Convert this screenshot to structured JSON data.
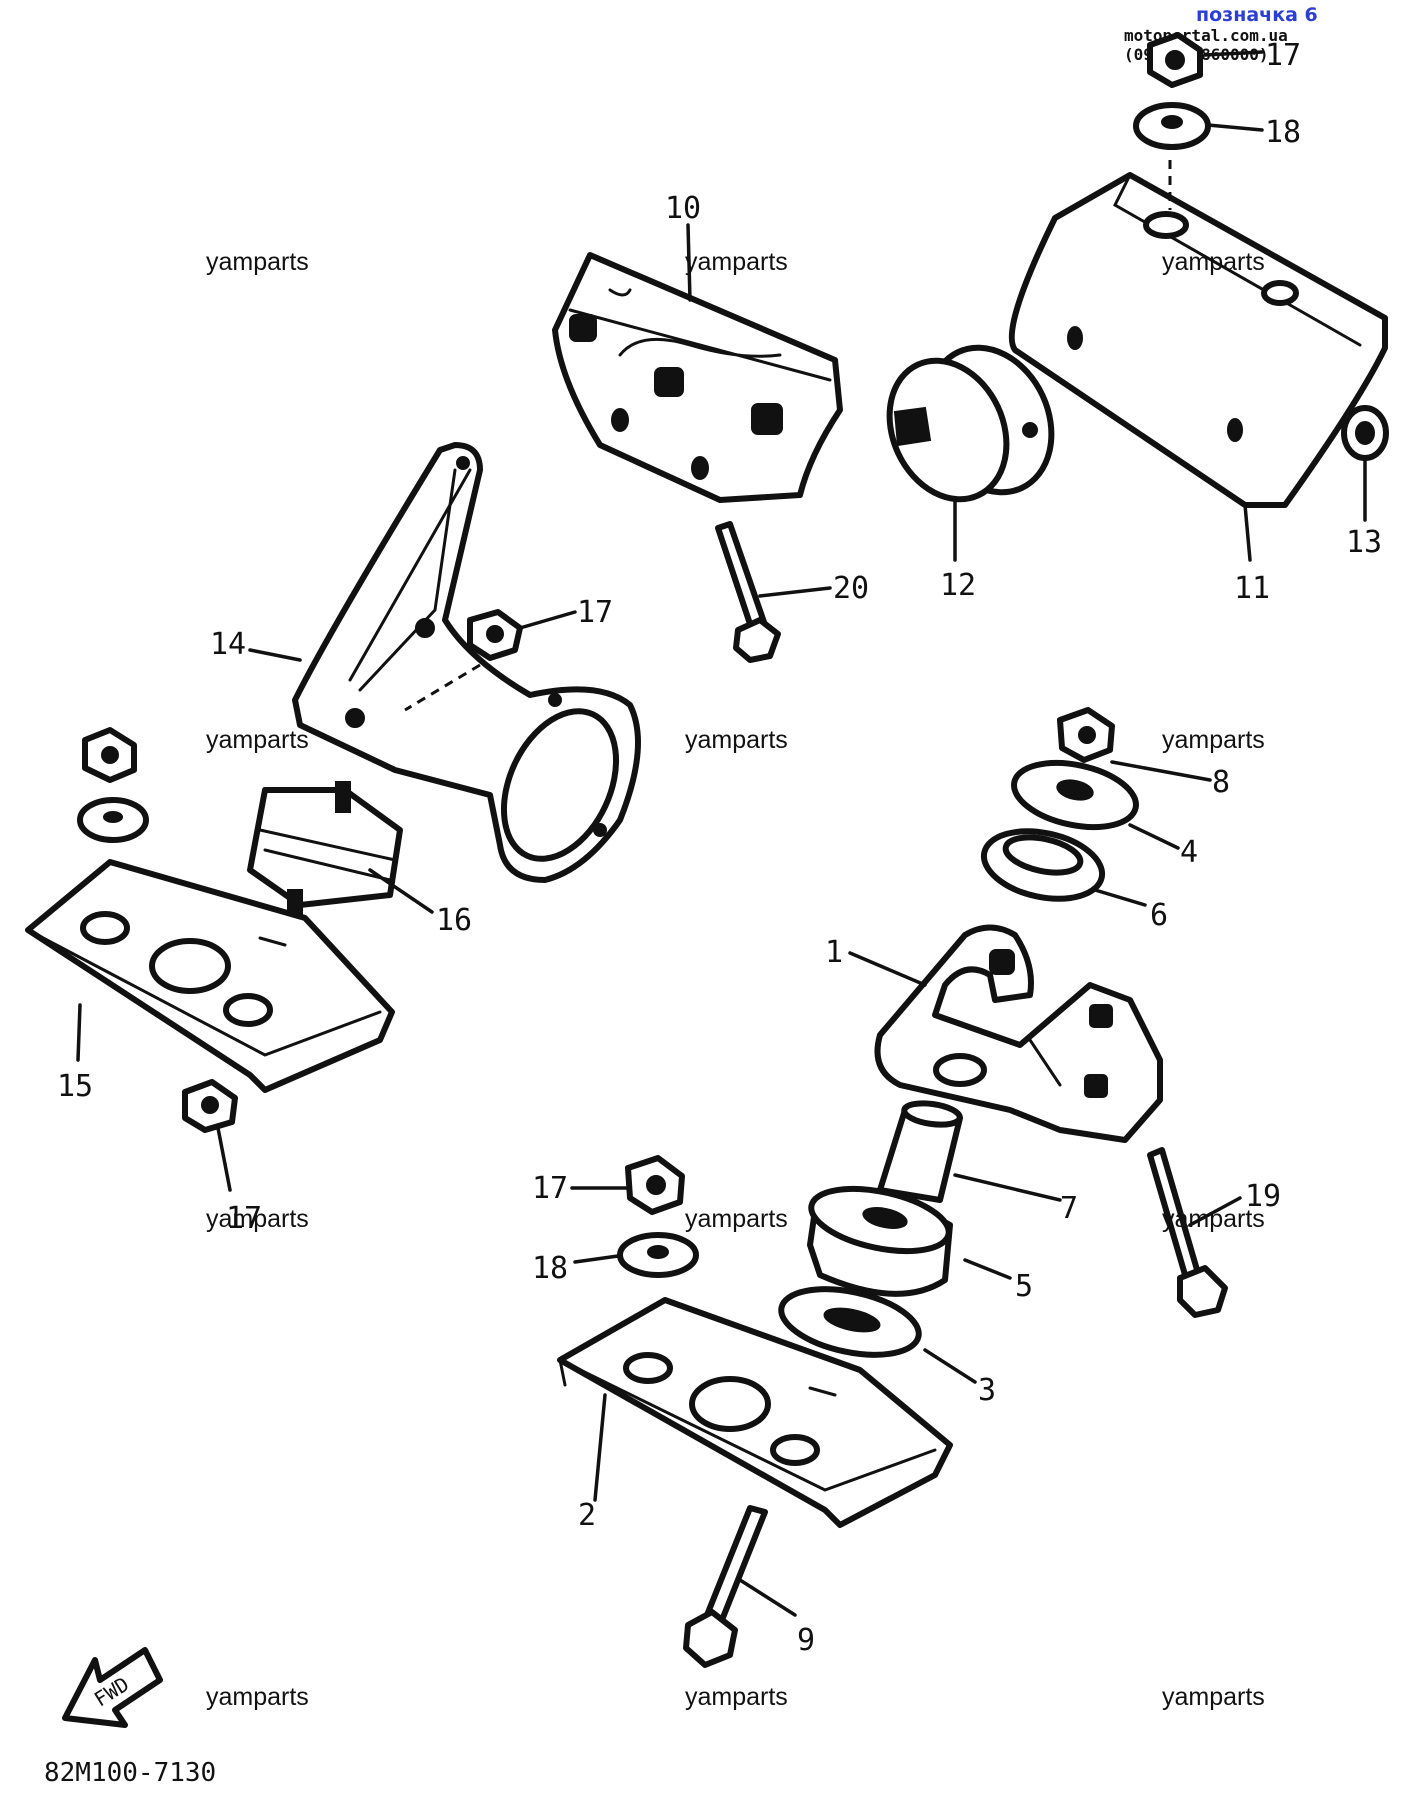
{
  "header": {
    "title": "позначка 6",
    "source": "motoportal.com.ua (0979214860000)"
  },
  "watermark": "yamparts",
  "diagram_code": "82M100-7130",
  "fwd_label": "FWD",
  "callouts": {
    "c1": "1",
    "c2": "2",
    "c3": "3",
    "c4": "4",
    "c5": "5",
    "c6": "6",
    "c7": "7",
    "c8": "8",
    "c9": "9",
    "c10": "10",
    "c11": "11",
    "c12": "12",
    "c13": "13",
    "c14": "14",
    "c15": "15",
    "c16": "16",
    "c17a": "17",
    "c17b": "17",
    "c17c": "17",
    "c17d": "17",
    "c18a": "18",
    "c18b": "18",
    "c19": "19",
    "c20": "20"
  }
}
